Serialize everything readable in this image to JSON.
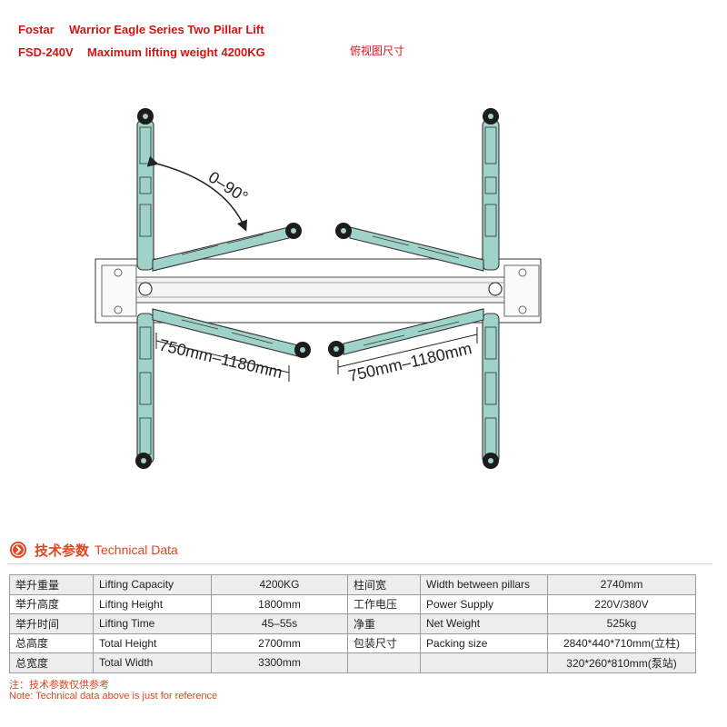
{
  "header": {
    "brand": "Fostar",
    "series": "Warrior Eagle Series Two Pillar Lift",
    "model": "FSD-240V",
    "max_weight": "Maximum lifting weight 4200KG",
    "view_label": "俯视图尺寸"
  },
  "drawing": {
    "angle_label": "0–90°",
    "left_arm_range": "750mm–1180mm",
    "right_arm_range": "750mm–1180mm"
  },
  "section": {
    "title_cn": "技术参数",
    "title_en": "Technical Data"
  },
  "table": {
    "rows": [
      [
        "举升重量",
        "Lifting Capacity",
        "4200KG",
        "柱间宽",
        "Width between pillars",
        "2740mm"
      ],
      [
        "举升高度",
        "Lifting Height",
        "1800mm",
        "工作电压",
        "Power Supply",
        "220V/380V"
      ],
      [
        "举升时间",
        "Lifting Time",
        "45–55s",
        "净重",
        "Net Weight",
        "525kg"
      ],
      [
        "总高度",
        "Total Height",
        "2700mm",
        "包装尺寸",
        "Packing size",
        "2840*440*710mm(立柱)"
      ],
      [
        "总宽度",
        "Total Width",
        "3300mm",
        "",
        "",
        "320*260*810mm(泵站)"
      ]
    ]
  },
  "note": {
    "cn": "注：技术参数仅供参考",
    "en": "Note: Technical data above is just for reference"
  },
  "colors": {
    "accent_red": "#d41414",
    "section_orange": "#e0461f",
    "arm_teal": "#9fd3c9"
  }
}
